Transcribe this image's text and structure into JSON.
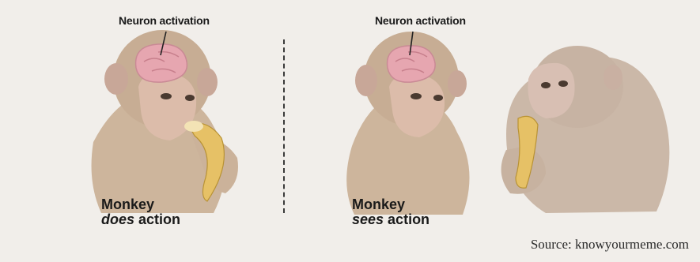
{
  "labels": {
    "neuron_left": "Neuron activation",
    "neuron_right": "Neuron activation"
  },
  "captions": {
    "left_line1": "Monkey",
    "left_verb": "does",
    "left_rest": " action",
    "right_line1": "Monkey",
    "right_verb": "sees",
    "right_rest": " action"
  },
  "source": "Source: knowyourmeme.com",
  "colors": {
    "fur": "#c9b29a",
    "face": "#d9b9a6",
    "brain": "#e7a9b2",
    "banana": "#e8c468"
  }
}
